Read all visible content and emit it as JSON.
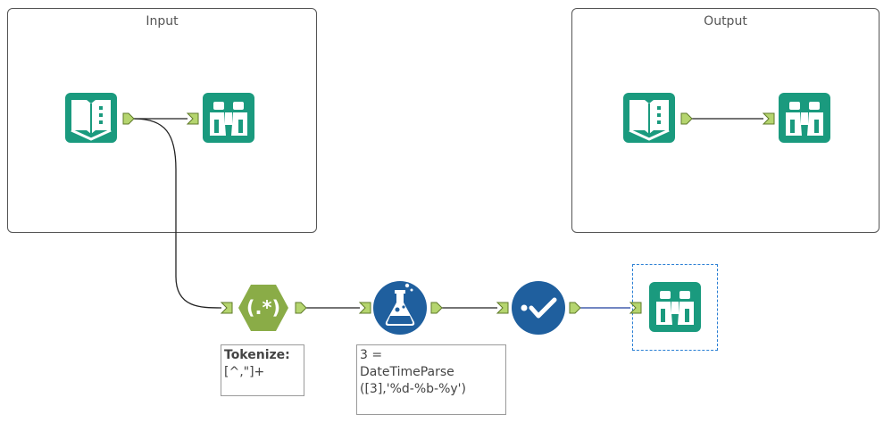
{
  "containers": {
    "input": {
      "title": "Input"
    },
    "output": {
      "title": "Output"
    }
  },
  "notes": {
    "tokenize": {
      "title": "Tokenize:",
      "text": "[^,\"]+"
    },
    "formula": {
      "text": "3 =\nDateTimeParse\n([3],'%d-%b-%y')"
    }
  },
  "tools": [
    {
      "name": "input-data-tool",
      "icon": "book-icon",
      "color": "#1a9a7e"
    },
    {
      "name": "browse-tool",
      "icon": "binoculars-icon",
      "color": "#1a9a7e"
    },
    {
      "name": "regex-tool",
      "icon": "regex-icon",
      "label": "(.*)",
      "color": "#8aac47"
    },
    {
      "name": "formula-tool",
      "icon": "flask-icon",
      "color": "#1f5f9e"
    },
    {
      "name": "select-tool",
      "icon": "check-icon",
      "color": "#1f5f9e"
    }
  ],
  "colors": {
    "teal": "#1a9a7e",
    "green": "#8aac47",
    "blue": "#1f5f9e",
    "anchor": "#b5d56f",
    "selection": "#2a7fd4"
  }
}
